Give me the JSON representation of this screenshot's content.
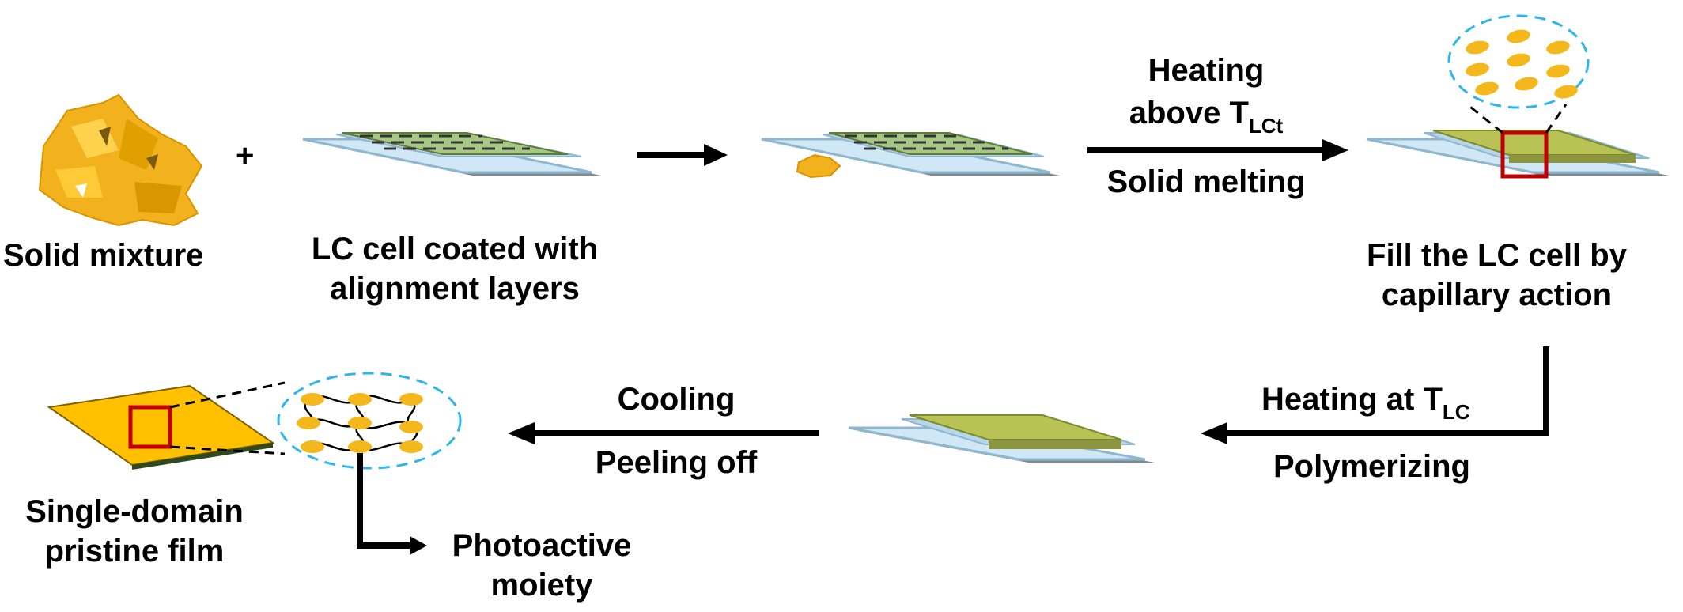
{
  "labels": {
    "solid_mixture": "Solid mixture",
    "plus": "+",
    "lc_cell_line1": "LC cell coated with",
    "lc_cell_line2": "alignment layers",
    "heating_above": "Heating",
    "above_prefix": "above T",
    "above_sub": "LCt",
    "solid_melting": "Solid melting",
    "fill_line1": "Fill the LC cell by",
    "fill_line2": "capillary action",
    "heating_at_prefix": "Heating at T",
    "heating_at_sub": "LC",
    "polymerizing": "Polymerizing",
    "cooling": "Cooling",
    "peeling_off": "Peeling off",
    "film_line1": "Single-domain",
    "film_line2": "pristine film",
    "photo_line1": "Photoactive",
    "photo_line2": "moiety"
  },
  "colors": {
    "glass_fill": "#cfe6f5",
    "glass_edge": "#8fb7cf",
    "alignment_green": "#9fc27e",
    "lc_olive": "#b8c255",
    "film_yellow": "#ffc000",
    "molecule_yellow": "#f5b81c",
    "highlight_red": "#c00000",
    "dashed_blue": "#2eb6e8"
  }
}
